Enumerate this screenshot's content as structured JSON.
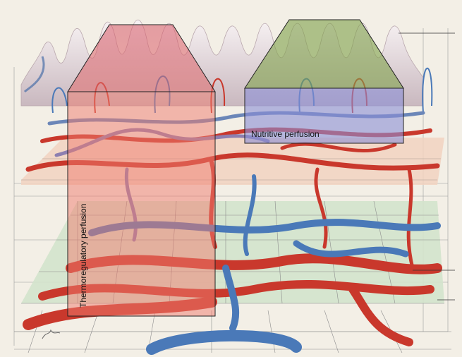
{
  "labels": {
    "nutritive": "Nutritive perfusion",
    "thermoregulatory": "Thermoregulatory perfusion"
  },
  "colors": {
    "background": "#f3efe6",
    "papillae": "#e8e0e2",
    "upper_plane": "#f1d2bf",
    "lower_plane": "#d3e3cc",
    "grid": "#8c8c8c",
    "artery": "#c9382c",
    "vein": "#4a79b8",
    "thermo_overlay_top": "#e46a6a",
    "thermo_overlay_body": "#ef7b6d",
    "nutritive_overlay_top": "#7ea049",
    "nutritive_overlay_body": "#8a8ed6"
  },
  "icons": [
    "signature-mark"
  ]
}
